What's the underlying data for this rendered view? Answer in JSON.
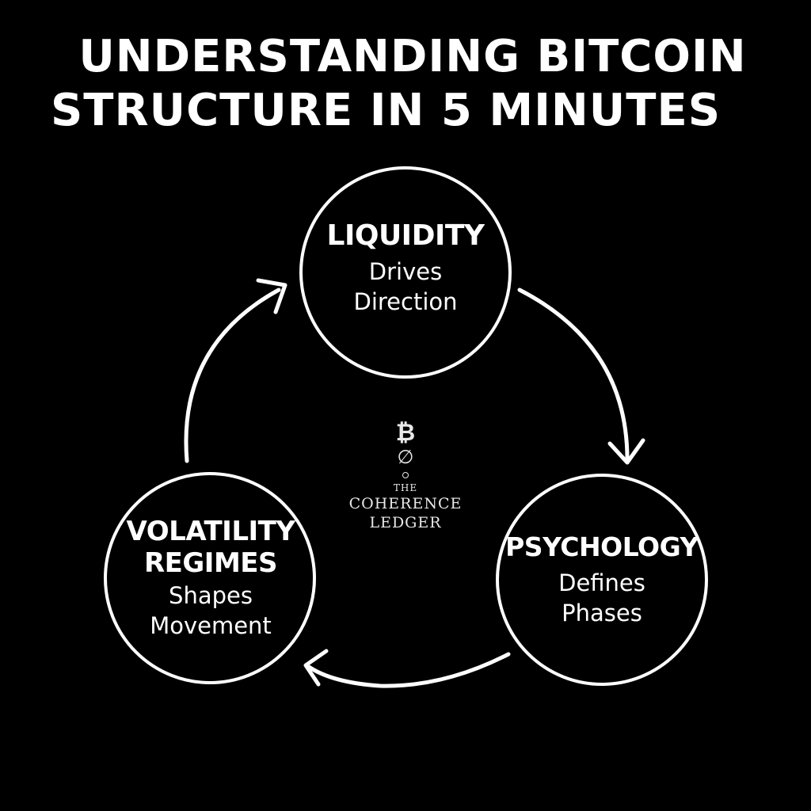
{
  "title": {
    "line1": "UNDERSTANDING BITCOIN",
    "line2": "STRUCTURE IN 5 MINUTES"
  },
  "nodes": [
    {
      "name": "LIQUIDITY",
      "description": "Drives\nDirection"
    },
    {
      "name": "PSYCHOLOGY",
      "description": "Defines\nPhases"
    },
    {
      "name": "VOLATILITY\nREGIMES",
      "description": "Shapes\nMovement"
    }
  ],
  "logo": {
    "symbol": "₿",
    "glyph": "∅",
    "line1": "THE",
    "line2": "COHERENCE",
    "line3": "LEDGER"
  },
  "colors": {
    "background": "#000000",
    "foreground": "#ffffff"
  }
}
